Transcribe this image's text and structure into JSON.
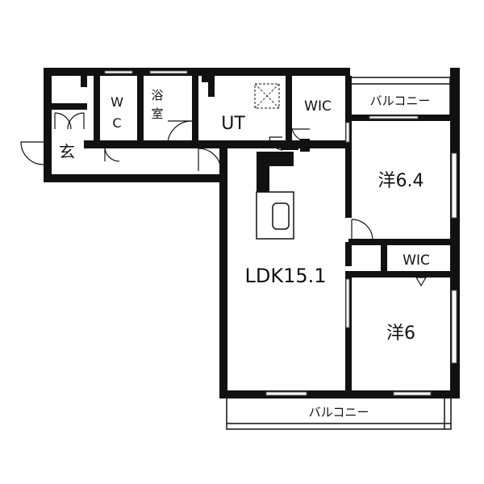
{
  "rooms": {
    "genkan": "玄",
    "wc_w": "W",
    "wc_c": "C",
    "bath_1": "浴",
    "bath_2": "室",
    "ut": "UT",
    "wic_top": "WIC",
    "balcony_top": "バルコニー",
    "western_1": "洋6.4",
    "wic_mid": "WIC",
    "ldk": "LDK15.1",
    "western_2": "洋6",
    "balcony_bottom": "バルコニー"
  },
  "icons": [
    "door-swing-icon",
    "washing-machine-icon",
    "sink-icon",
    "closet-marker-icon"
  ]
}
